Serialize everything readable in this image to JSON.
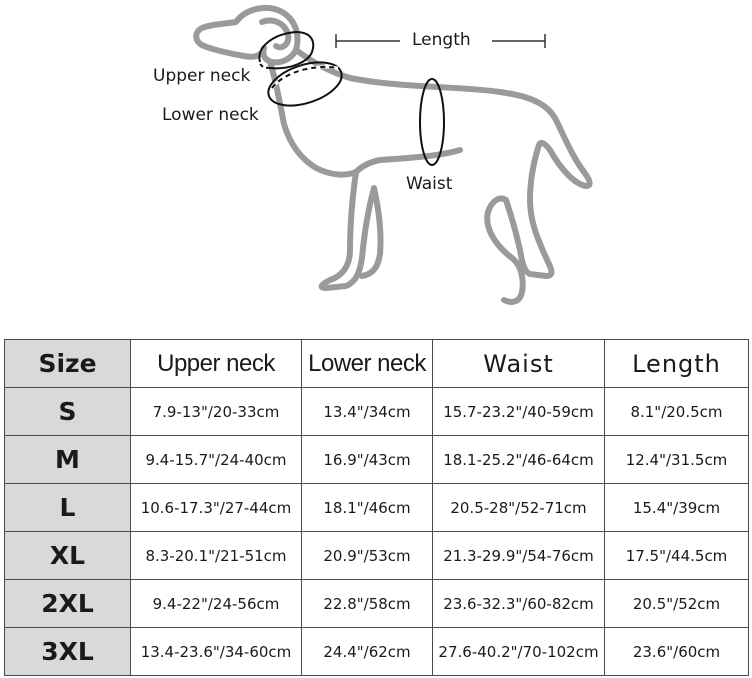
{
  "diagram": {
    "labels": {
      "length": "Length",
      "upper_neck": "Upper neck",
      "lower_neck": "Lower neck",
      "waist": "Waist"
    },
    "colors": {
      "outline": "#9a9a9a",
      "ring": "#111111"
    }
  },
  "table": {
    "headers": [
      "Size",
      "Upper neck",
      "Lower neck",
      "Waist",
      "Length"
    ],
    "rows": [
      [
        "S",
        "7.9-13\"/20-33cm",
        "13.4\"/34cm",
        "15.7-23.2\"/40-59cm",
        "8.1\"/20.5cm"
      ],
      [
        "M",
        "9.4-15.7\"/24-40cm",
        "16.9\"/43cm",
        "18.1-25.2\"/46-64cm",
        "12.4\"/31.5cm"
      ],
      [
        "L",
        "10.6-17.3\"/27-44cm",
        "18.1\"/46cm",
        "20.5-28\"/52-71cm",
        "15.4\"/39cm"
      ],
      [
        "XL",
        "8.3-20.1\"/21-51cm",
        "20.9\"/53cm",
        "21.3-29.9\"/54-76cm",
        "17.5\"/44.5cm"
      ],
      [
        "2XL",
        "9.4-22\"/24-56cm",
        "22.8\"/58cm",
        "23.6-32.3\"/60-82cm",
        "20.5\"/52cm"
      ],
      [
        "3XL",
        "13.4-23.6\"/34-60cm",
        "24.4\"/62cm",
        "27.6-40.2\"/70-102cm",
        "23.6\"/60cm"
      ]
    ],
    "colors": {
      "size_column_bg": "#d9d9d9",
      "border": "#4a4a4a"
    }
  }
}
